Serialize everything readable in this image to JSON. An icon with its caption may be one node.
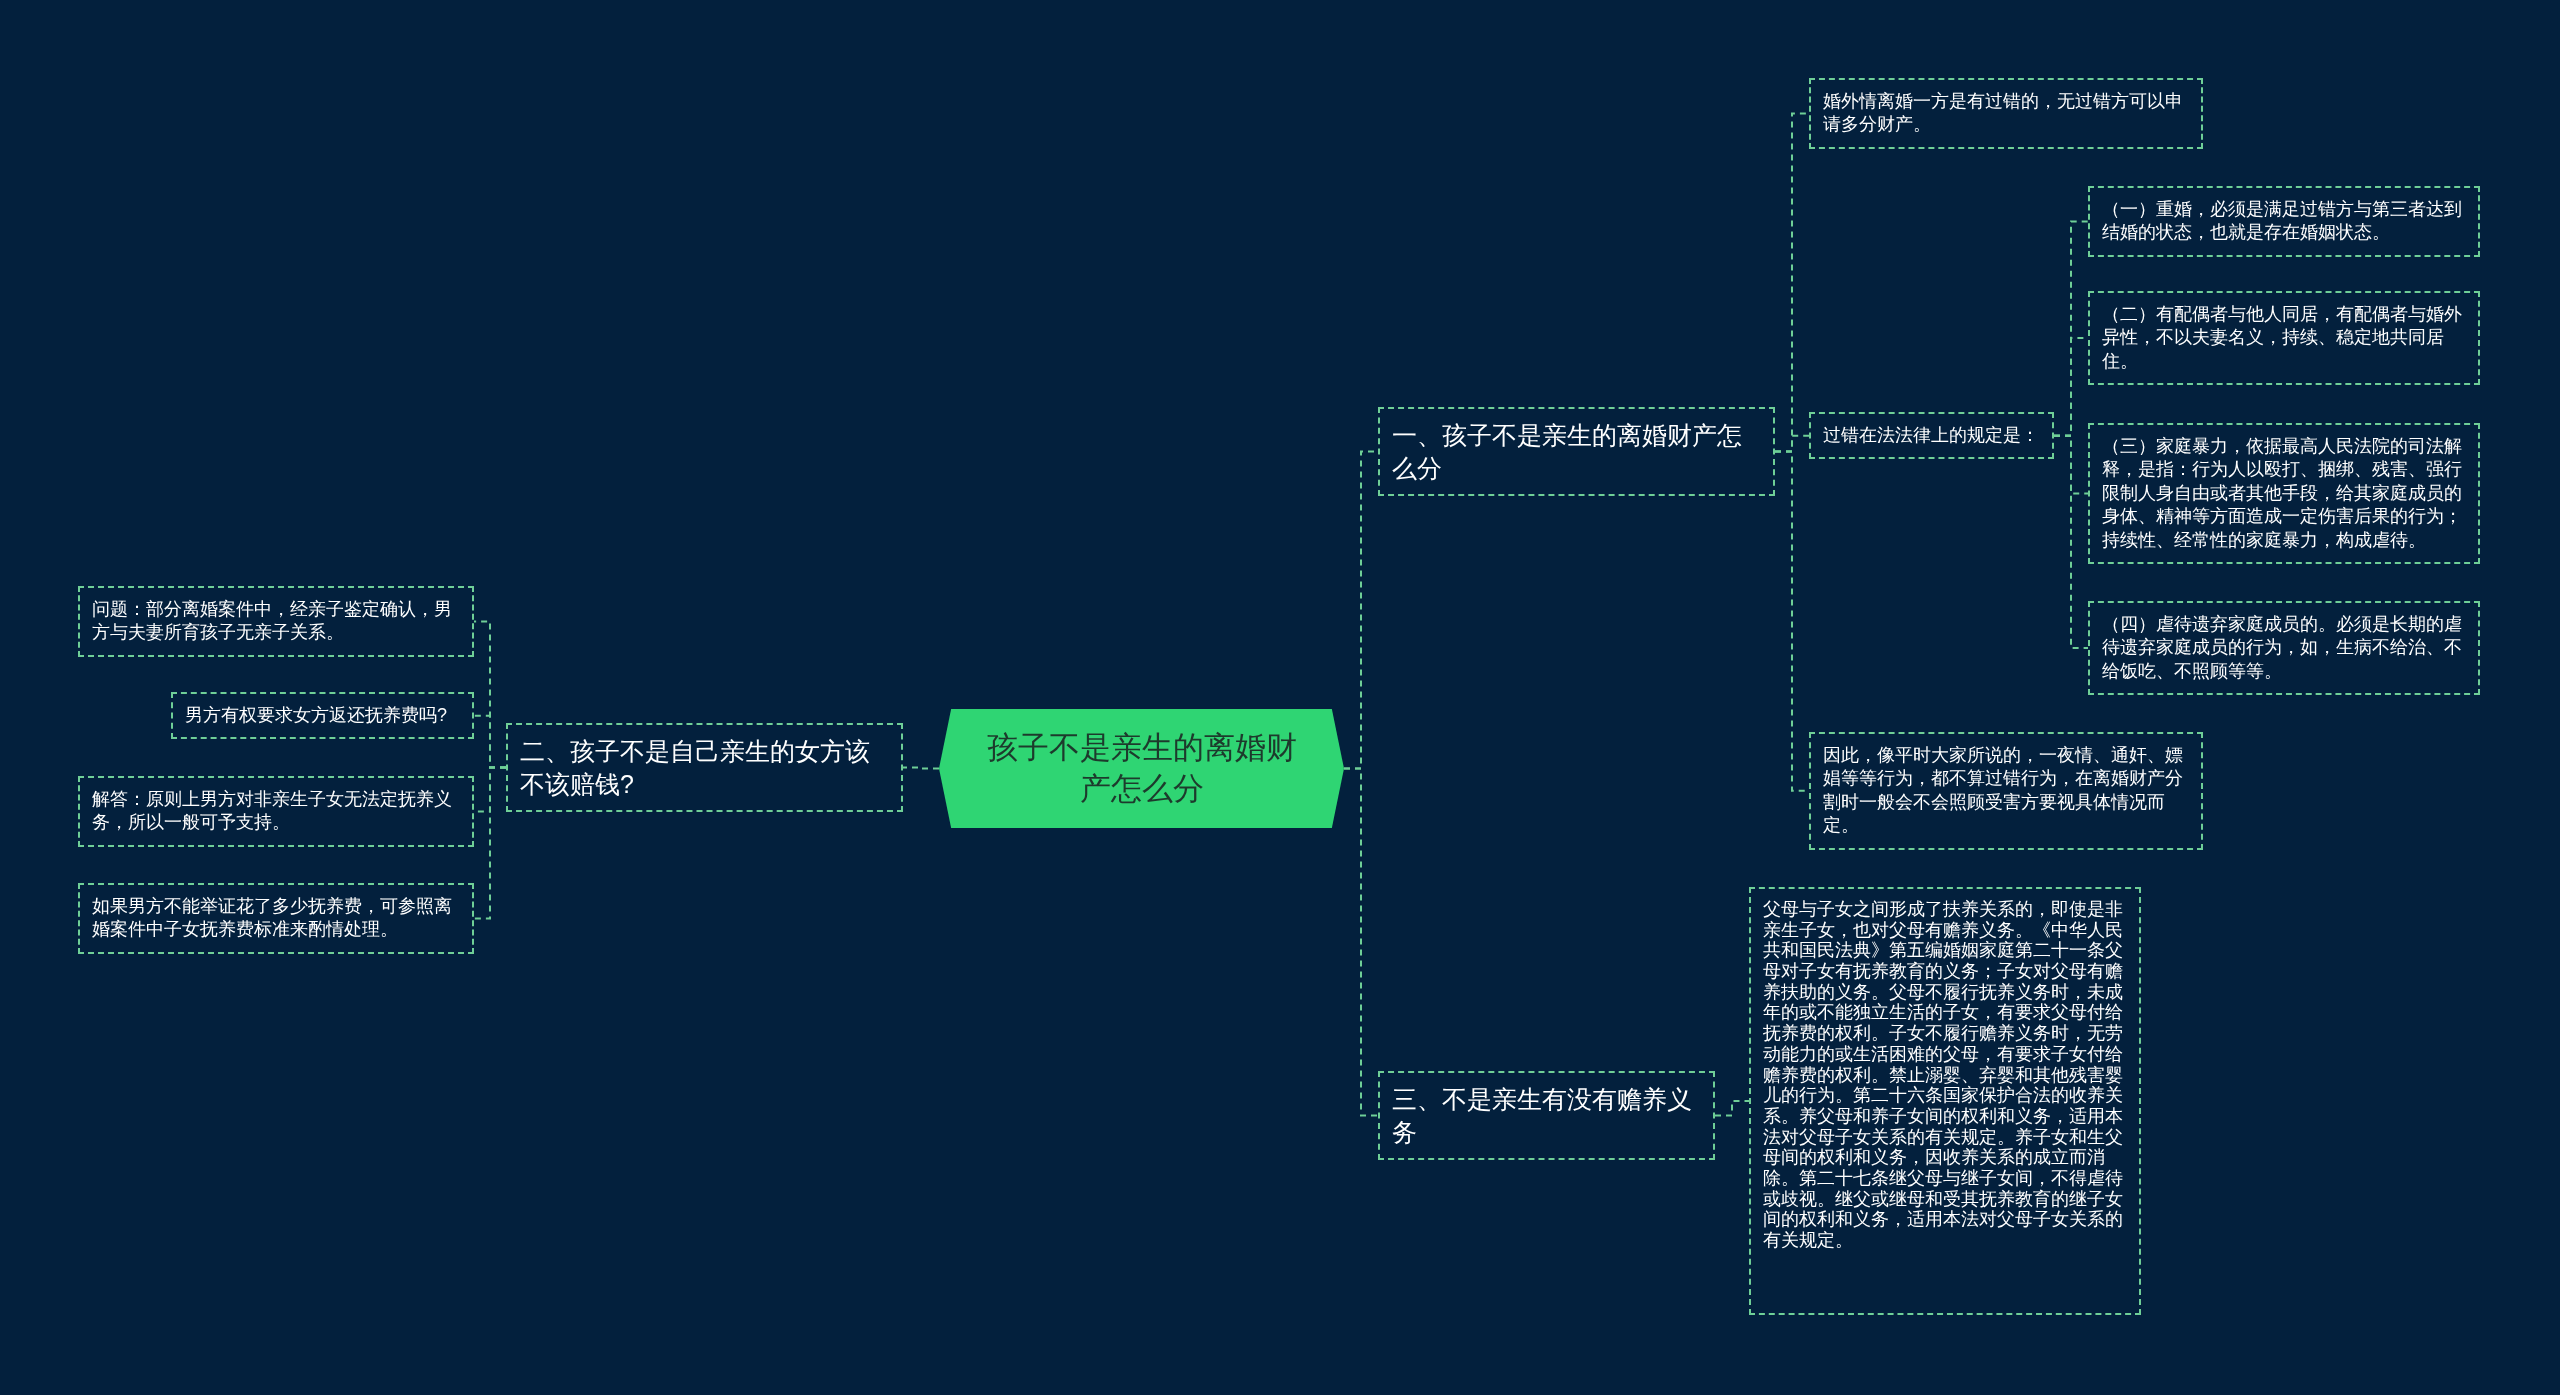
{
  "diagram": {
    "nodes": [
      {
        "text": [
          "孩子不是亲生的离婚财产怎么分"
        ]
      },
      {
        "text": [
          "一、孩子不是亲生的离婚财产怎么分"
        ]
      },
      {
        "text": [
          "婚外情离婚一方是有过错的，无过错方可以申请多分财产。"
        ]
      },
      {
        "text": [
          "过错在法法律上的规定是："
        ]
      },
      {
        "text": [
          "（一）重婚，必须是满足过错方与第三者达到结婚的状态，也就是存在婚姻状态。"
        ]
      },
      {
        "text": [
          "（二）有配偶者与他人同居，有配偶者与婚外异性，不以夫妻名义，持续、稳定地共同居住。"
        ]
      },
      {
        "text": [
          "（三）家庭暴力，依据最高人民法院的司法解释，是指：行为人以殴打、捆绑、残害、强行限制人身自由或者其他手段，给其家庭成员的身体、精神等方面造成一定伤害后果的行为；持续性、经常性的家庭暴力，构成虐待。"
        ]
      },
      {
        "text": [
          "（四）虐待遗弃家庭成员的。必须是长期的虐待遗弃家庭成员的行为，如，生病不给治、不给饭吃、不照顾等等。"
        ]
      },
      {
        "text": [
          "因此，像平时大家所说的，一夜情、通奸、嫖娼等等行为，都不算过错行为，在离婚财产分割时一般会不会照顾受害方要视具体情况而定。"
        ]
      },
      {
        "text": [
          "三、不是亲生有没有赡养义务"
        ]
      },
      {
        "text": [
          "父母与子女之间形成了扶养关系的，即使是非亲生子女，也对父母有赡养义务。《中华人民共和国民法典》第五编婚姻家庭第二十一条父母对子女有抚养教育的义务；子女对父母有赡养扶助的义务。父母不履行抚养义务时，未成年的或不能独立生活的子女，有要求父母付给抚养费的权利。子女不履行赡养义务时，无劳动能力的或生活困难的父母，有要求子女付给赡养费的权利。禁止溺婴、弃婴和其他残害婴儿的行为。第二十六条国家保护合法的收养关系。养父母和养子女间的权利和义务，适用本法对父母子女关系的有关规定。养子女和生父母间的权利和义务，因收养关系的成立而消除。第二十七条继父母与继子女间，不得虐待或歧视。继父或继母和受其抚养教育的继子女间的权利和义务，适用本法对父母子女关系的有关规定。"
        ]
      },
      {
        "text": [
          "二、孩子不是自己亲生的女方该不该赔钱?"
        ]
      },
      {
        "text": [
          "问题：部分离婚案件中，经亲子鉴定确认，男方与夫妻所育孩子无亲子关系。"
        ]
      },
      {
        "text": [
          "男方有权要求女方返还抚养费吗?"
        ]
      },
      {
        "text": [
          "解答：原则上男方对非亲生子女无法定抚养义务，所以一般可予支持。"
        ]
      },
      {
        "text": [
          "如果男方不能举证花了多少抚养费，可参照离婚案件中子女抚养费标准来酌情处理。"
        ]
      }
    ],
    "edges": [
      {
        "from": 0,
        "to": 1,
        "arrow": "none"
      },
      {
        "from": 1,
        "to": 2,
        "arrow": "none"
      },
      {
        "from": 1,
        "to": 3,
        "arrow": "none"
      },
      {
        "from": 3,
        "to": 4,
        "arrow": "none"
      },
      {
        "from": 3,
        "to": 5,
        "arrow": "none"
      },
      {
        "from": 3,
        "to": 6,
        "arrow": "none"
      },
      {
        "from": 3,
        "to": 7,
        "arrow": "none"
      },
      {
        "from": 1,
        "to": 8,
        "arrow": "none"
      },
      {
        "from": 0,
        "to": 9,
        "arrow": "none"
      },
      {
        "from": 9,
        "to": 10,
        "arrow": "none"
      },
      {
        "from": 0,
        "to": 11,
        "arrow": "none"
      },
      {
        "from": 11,
        "to": 12,
        "arrow": "none"
      },
      {
        "from": 11,
        "to": 13,
        "arrow": "none"
      },
      {
        "from": 11,
        "to": 14,
        "arrow": "none"
      },
      {
        "from": 11,
        "to": 15,
        "arrow": "none"
      }
    ]
  }
}
